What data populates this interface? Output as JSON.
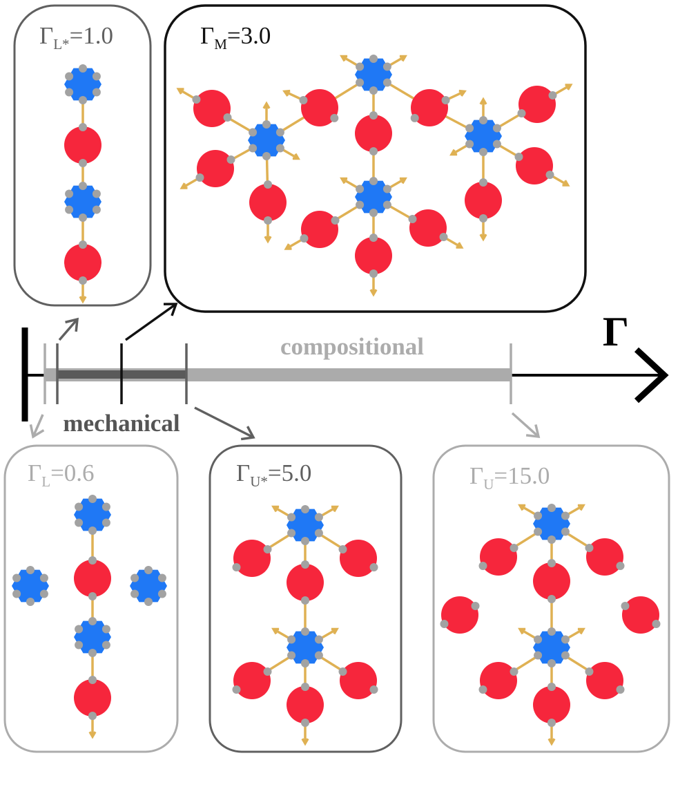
{
  "axis": {
    "symbol": "Γ",
    "compositional_label": "compositional",
    "mechanical_label": "mechanical"
  },
  "panels": {
    "L": {
      "symbol": "Γ",
      "subscript": "L",
      "value": "=0.6"
    },
    "Lstar": {
      "symbol": "Γ",
      "subscript": "L*",
      "value": "=1.0"
    },
    "M": {
      "symbol": "Γ",
      "subscript": "M",
      "value": "=3.0"
    },
    "Ustar": {
      "symbol": "Γ",
      "subscript": "U*",
      "value": "=5.0"
    },
    "U": {
      "symbol": "Γ",
      "subscript": "U",
      "value": "=15.0"
    }
  },
  "colors": {
    "blue_particle": "#1f78f5",
    "red_particle": "#f6263c",
    "patch": "#a2a2a2",
    "bond": "#dfb153",
    "box_black": "#111111",
    "box_dark_gray": "#606060",
    "box_light_gray": "#acacac",
    "bar_compositional": "#ababab",
    "bar_mechanical": "#5a5a5a"
  }
}
